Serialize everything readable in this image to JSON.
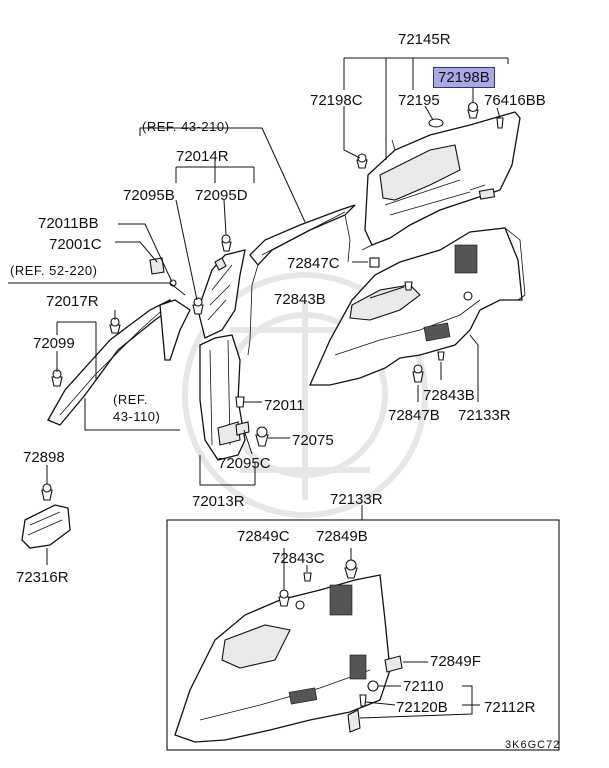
{
  "diagram": {
    "drawing_code": "3K6GC72",
    "highlighted_part": "72198B",
    "callouts": {
      "p72145R": "72145R",
      "p72198B": "72198B",
      "p72198C": "72198C",
      "p72195": "72195",
      "p76416BB": "76416BB",
      "ref43210": "(REF. 43-210)",
      "p72014R": "72014R",
      "p72095B": "72095B",
      "p72095D": "72095D",
      "p72011BB": "72011BB",
      "p72001C": "72001C",
      "ref52220": "(REF. 52-220)",
      "p72017R": "72017R",
      "p72099": "72099",
      "ref43110a": "(REF.",
      "ref43110b": "43-110)",
      "p72847C": "72847C",
      "p72843B_top": "72843B",
      "p72011": "72011",
      "p72075": "72075",
      "p72095C": "72095C",
      "p72843B_mid": "72843B",
      "p72847B": "72847B",
      "p72133R_mid": "72133R",
      "p72898": "72898",
      "p72013R": "72013R",
      "p72133R_box": "72133R",
      "p72316R": "72316R",
      "p72849C": "72849C",
      "p72849B": "72849B",
      "p72843C": "72843C",
      "p72849F": "72849F",
      "p72110": "72110",
      "p72120B": "72120B",
      "p72112R": "72112R"
    }
  }
}
